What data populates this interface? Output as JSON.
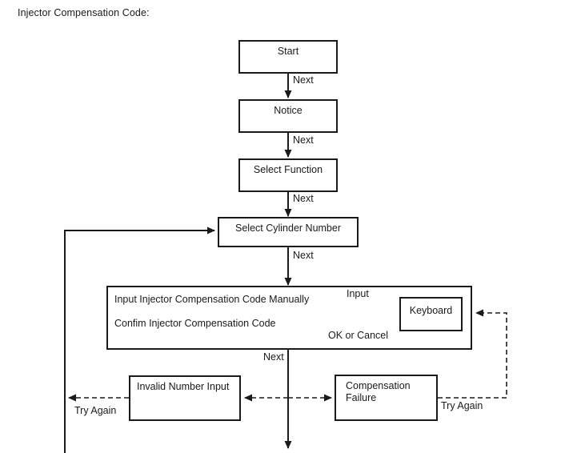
{
  "heading": "Injector Compensation Code:",
  "diagram": {
    "type": "flowchart",
    "orientation": "top-to-bottom",
    "nodes": [
      {
        "id": "start",
        "label": "Start"
      },
      {
        "id": "notice",
        "label": "Notice"
      },
      {
        "id": "select-function",
        "label": "Select Function"
      },
      {
        "id": "select-cylinder-number",
        "label": "Select Cylinder Number"
      },
      {
        "id": "input-code-line1",
        "label": "Input Injector Compensation Code Manually"
      },
      {
        "id": "input-code-line2",
        "label": "Confim Injector Compensation Code"
      },
      {
        "id": "keyboard",
        "label": "Keyboard"
      },
      {
        "id": "invalid-number-input",
        "label": "Invalid Number Input"
      },
      {
        "id": "compensation-failure-line1",
        "label": "Compensation"
      },
      {
        "id": "compensation-failure-line2",
        "label": "Failure"
      }
    ],
    "edge_labels": {
      "start_to_notice": "Next",
      "notice_to_select_function": "Next",
      "select_function_to_select_cylinder": "Next",
      "select_cylinder_to_input": "Next",
      "input_to_keyboard": "Input",
      "keyboard_to_input": "OK or Cancel",
      "input_to_next": "Next",
      "invalid_retry": "Try Again",
      "failure_retry": "Try Again"
    },
    "colors": {
      "stroke": "#1a1a1a",
      "text": "#1a1a1a",
      "background": "#ffffff"
    }
  }
}
